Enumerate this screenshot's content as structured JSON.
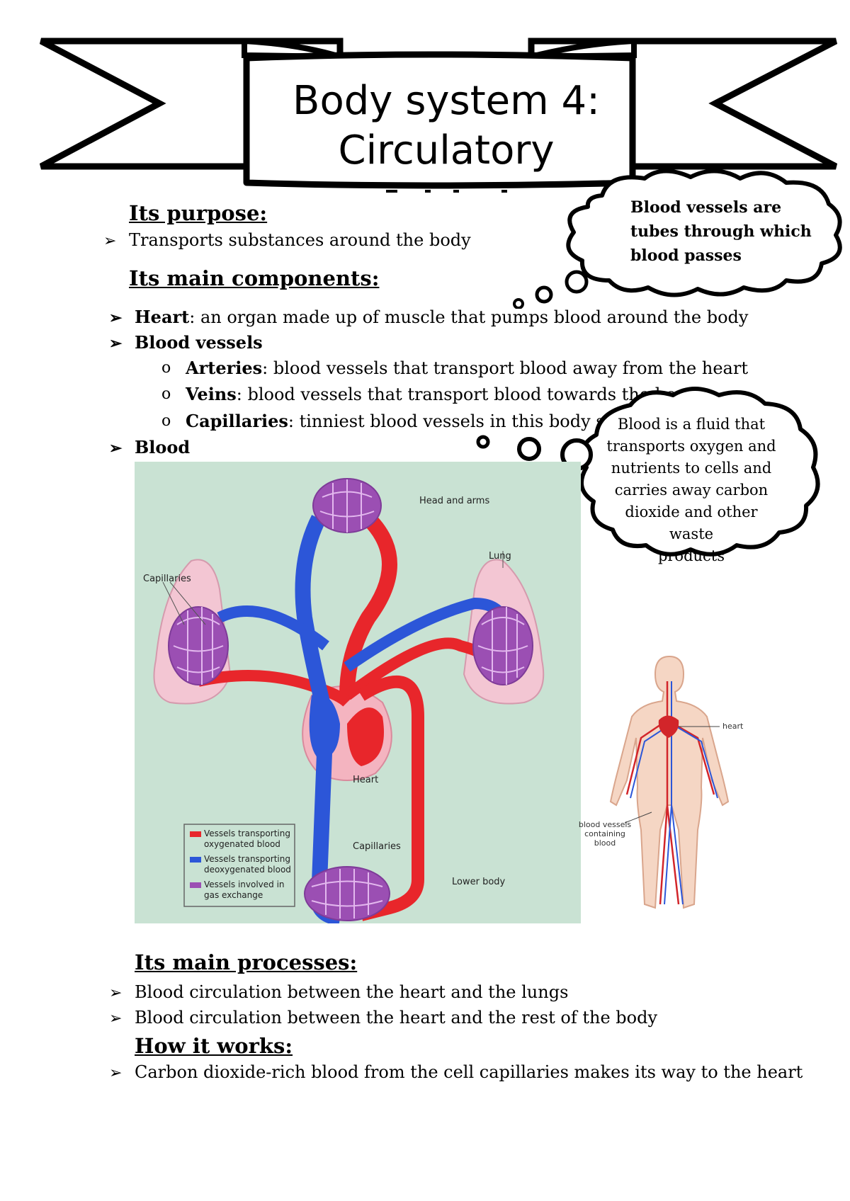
{
  "title": {
    "line1": "Body system 4:",
    "line2": "Circulatory"
  },
  "purpose": {
    "heading": "Its purpose:",
    "items": [
      "Transports substances around the body"
    ]
  },
  "components": {
    "heading": "Its main components:",
    "heart_term": "Heart",
    "heart_def": ": an organ made up of muscle that pumps blood around the body",
    "vessels_term": "Blood vessels",
    "sub": [
      {
        "term": "Arteries",
        "def": ": blood vessels that transport blood away from the heart"
      },
      {
        "term": "Veins",
        "def": ": blood vessels that transport blood towards the heart"
      },
      {
        "term": "Capillaries",
        "def": ": tinniest blood vessels in this body system"
      }
    ],
    "blood_term": "Blood"
  },
  "clouds": {
    "vessels": [
      "Blood vessels are",
      "tubes through which",
      "blood passes"
    ],
    "blood": [
      "Blood is a fluid that",
      "transports oxygen and",
      "nutrients to cells and",
      "carries away carbon",
      "dioxide and other waste",
      "products"
    ]
  },
  "diagram": {
    "labels": {
      "head_and_arms": "Head and arms",
      "lung": "Lung",
      "capillaries_left": "Capillaries",
      "heart": "Heart",
      "capillaries_bottom": "Capillaries",
      "lower_body": "Lower body"
    },
    "legend": [
      {
        "text_1": "Vessels transporting",
        "text_2": "oxygenated blood",
        "color": "#e8262b"
      },
      {
        "text_1": "Vessels transporting",
        "text_2": "deoxygenated blood",
        "color": "#2c56d8"
      },
      {
        "text_1": "Vessels involved in",
        "text_2": "gas exchange",
        "color": "#9b4fb3"
      }
    ],
    "background": "#c9e2d3"
  },
  "body_figure": {
    "heart_label": "heart",
    "vessels_label_1": "blood vessels",
    "vessels_label_2": "containing blood"
  },
  "processes": {
    "heading": "Its main processes:",
    "items": [
      "Blood circulation between the heart and the lungs",
      "Blood circulation between the heart and the rest of the body"
    ]
  },
  "how": {
    "heading": "How it works:",
    "items": [
      "Carbon dioxide-rich blood from the cell capillaries makes its way to the heart"
    ]
  }
}
